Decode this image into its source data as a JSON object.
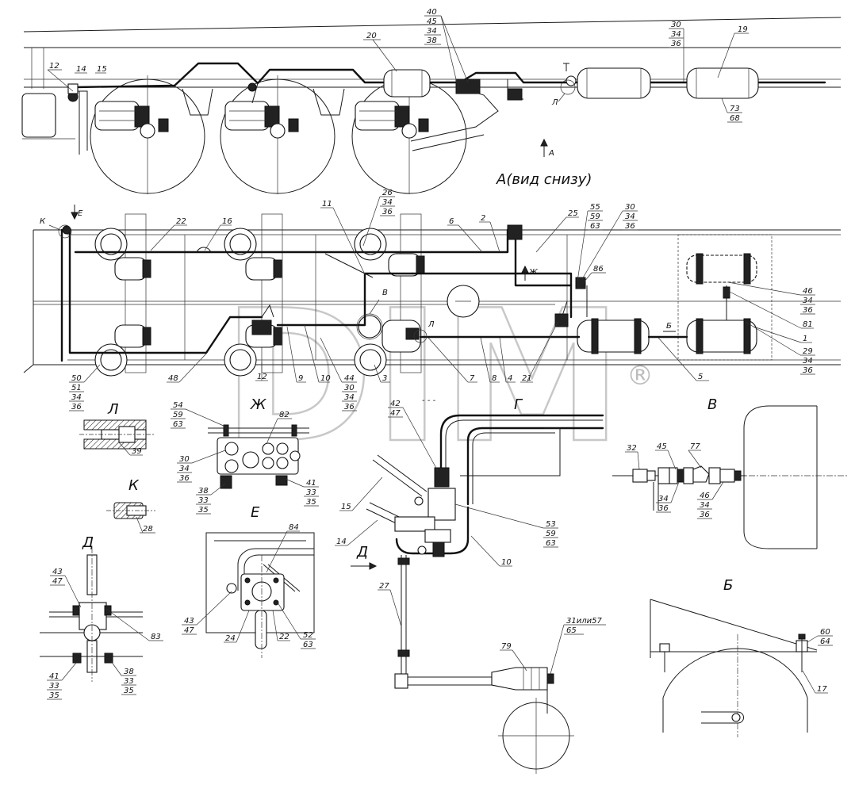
{
  "view_a_title": "А(вид снизу)",
  "arrow_a": "А",
  "arrow_zh": "Ж",
  "arrow_e": "Е",
  "arrow_k": "К",
  "arrow_b": "Б",
  "arrow_d": "Д",
  "section_letters": {
    "L": "Л",
    "K": "К",
    "D": "Д",
    "E": "Е",
    "ZH": "Ж",
    "G": "Г",
    "V": "В",
    "B": "Б"
  },
  "watermark": "DIM",
  "watermark_mark": "®",
  "callouts_top": [
    {
      "id": "c12",
      "text": "12"
    },
    {
      "id": "c14",
      "text": "14"
    },
    {
      "id": "c15",
      "text": "15"
    },
    {
      "id": "c20",
      "text": "20"
    },
    {
      "id": "c19",
      "text": "19"
    },
    {
      "id": "c40",
      "stack": [
        "40",
        "45",
        "34",
        "38"
      ]
    },
    {
      "id": "c30t",
      "stack": [
        "30",
        "34",
        "36"
      ]
    },
    {
      "id": "c73",
      "stack": [
        "73",
        "68"
      ]
    },
    {
      "id": "cLt",
      "text": "Л"
    }
  ],
  "callouts_plan": [
    {
      "id": "p22",
      "text": "22"
    },
    {
      "id": "p16",
      "text": "16"
    },
    {
      "id": "p11",
      "text": "11"
    },
    {
      "id": "p26",
      "stack": [
        "26",
        "34",
        "36"
      ]
    },
    {
      "id": "p6",
      "text": "6"
    },
    {
      "id": "p2",
      "text": "2"
    },
    {
      "id": "p25",
      "text": "25"
    },
    {
      "id": "p55",
      "stack": [
        "55",
        "59",
        "63"
      ]
    },
    {
      "id": "p30",
      "stack": [
        "30",
        "34",
        "36"
      ]
    },
    {
      "id": "p86",
      "text": "86"
    },
    {
      "id": "p46",
      "stack": [
        "46",
        "34",
        "36"
      ]
    },
    {
      "id": "p81",
      "text": "81"
    },
    {
      "id": "p1",
      "text": "1"
    },
    {
      "id": "p29",
      "stack": [
        "29",
        "34",
        "36"
      ]
    },
    {
      "id": "p5",
      "text": "5"
    },
    {
      "id": "p50",
      "stack": [
        "50",
        "51",
        "34",
        "36"
      ]
    },
    {
      "id": "p48",
      "text": "48"
    },
    {
      "id": "p12",
      "text": "12"
    },
    {
      "id": "p9",
      "text": "9"
    },
    {
      "id": "p10",
      "text": "10"
    },
    {
      "id": "p44",
      "stack": [
        "44",
        "30",
        "34",
        "36"
      ]
    },
    {
      "id": "p3",
      "text": "3"
    },
    {
      "id": "p7",
      "text": "7"
    },
    {
      "id": "p8",
      "text": "8"
    },
    {
      "id": "p4",
      "text": "4"
    },
    {
      "id": "p21",
      "text": "21"
    },
    {
      "id": "pB",
      "text": "В"
    },
    {
      "id": "pL",
      "text": "Л"
    }
  ],
  "callouts_details": [
    {
      "id": "d39",
      "text": "39"
    },
    {
      "id": "d28",
      "text": "28"
    },
    {
      "id": "d54",
      "stack": [
        "54",
        "59",
        "63"
      ]
    },
    {
      "id": "d82",
      "text": "82"
    },
    {
      "id": "d30",
      "stack": [
        "30",
        "34",
        "36"
      ]
    },
    {
      "id": "d41e",
      "stack": [
        "41",
        "33",
        "35"
      ]
    },
    {
      "id": "d38e",
      "stack": [
        "38",
        "33",
        "35"
      ]
    },
    {
      "id": "d43",
      "stack": [
        "43",
        "47"
      ]
    },
    {
      "id": "d83",
      "text": "83"
    },
    {
      "id": "d41d",
      "stack": [
        "41",
        "33",
        "35"
      ]
    },
    {
      "id": "d38d",
      "stack": [
        "38",
        "33",
        "35"
      ]
    },
    {
      "id": "d84",
      "text": "84"
    },
    {
      "id": "d43e",
      "stack": [
        "43",
        "47"
      ]
    },
    {
      "id": "d24",
      "text": "24"
    },
    {
      "id": "d22",
      "text": "22"
    },
    {
      "id": "d52",
      "stack": [
        "52",
        "63"
      ]
    },
    {
      "id": "d42",
      "stack": [
        "42",
        "47"
      ]
    },
    {
      "id": "d15",
      "text": "15"
    },
    {
      "id": "d14",
      "text": "14"
    },
    {
      "id": "d53",
      "stack": [
        "53",
        "59",
        "63"
      ]
    },
    {
      "id": "d10",
      "text": "10"
    },
    {
      "id": "d27",
      "text": "27"
    },
    {
      "id": "d79",
      "text": "79"
    },
    {
      "id": "d31",
      "stack": [
        "31или57",
        "65"
      ]
    },
    {
      "id": "d32",
      "text": "32"
    },
    {
      "id": "d45",
      "text": "45"
    },
    {
      "id": "d77",
      "text": "77"
    },
    {
      "id": "d34v",
      "stack": [
        "34",
        "36"
      ]
    },
    {
      "id": "d46",
      "stack": [
        "46",
        "34",
        "36"
      ]
    },
    {
      "id": "d60",
      "stack": [
        "60",
        "64"
      ]
    },
    {
      "id": "d17",
      "text": "17"
    }
  ]
}
